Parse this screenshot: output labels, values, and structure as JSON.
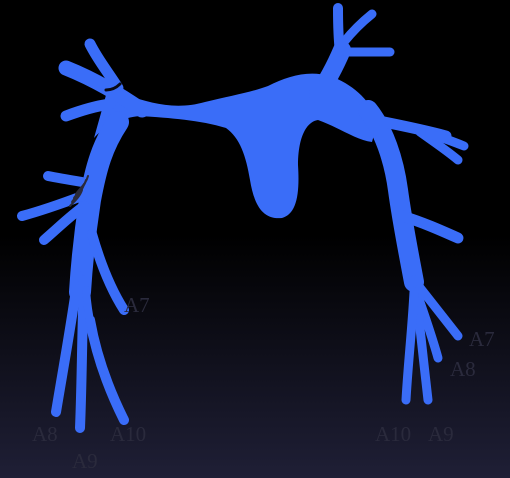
{
  "colors": {
    "background_top": "#000000",
    "background_bottom": "#1f1f36",
    "vessel": "#3a6df8",
    "label": "#2a2a3c"
  },
  "labels": {
    "left_a7": "A7",
    "left_a8": "A8",
    "left_a9": "A9",
    "left_a10": "A10",
    "right_a7": "A7",
    "right_a8": "A8",
    "right_a9": "A9",
    "right_a10": "A10"
  }
}
